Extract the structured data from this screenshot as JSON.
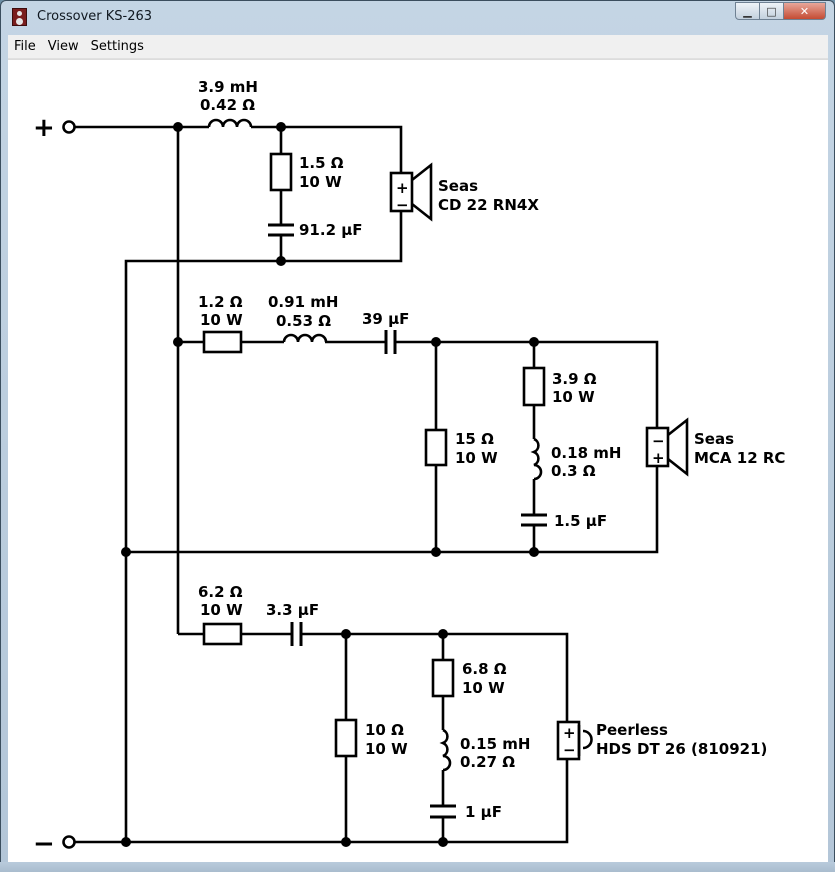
{
  "window": {
    "title": "Crossover KS-263"
  },
  "menu": [
    "File",
    "View",
    "Settings"
  ],
  "terminals": {
    "positive": "+",
    "negative": "−"
  },
  "tweeter_section": {
    "series_inductor": [
      "3.9 mH",
      "0.42 Ω"
    ],
    "shunt_resistor": [
      "1.5 Ω",
      "10 W"
    ],
    "shunt_capacitor": "91.2 µF",
    "driver": {
      "polarity_top": "+",
      "polarity_bottom": "−",
      "brand": "Seas",
      "model": "CD 22 RN4X"
    }
  },
  "mid_section": {
    "series_resistor": [
      "1.2 Ω",
      "10 W"
    ],
    "series_inductor": [
      "0.91 mH",
      "0.53 Ω"
    ],
    "series_capacitor": "39 µF",
    "shunt_resistor": [
      "15 Ω",
      "10 W"
    ],
    "notch_resistor": [
      "3.9 Ω",
      "10 W"
    ],
    "notch_inductor": [
      "0.18 mH",
      "0.3 Ω"
    ],
    "notch_capacitor": "1.5 µF",
    "driver": {
      "polarity_top": "−",
      "polarity_bottom": "+",
      "brand": "Seas",
      "model": "MCA 12 RC"
    }
  },
  "tweeter2_section": {
    "series_resistor": [
      "6.2 Ω",
      "10 W"
    ],
    "series_capacitor": "3.3 µF",
    "shunt_resistor": [
      "10 Ω",
      "10 W"
    ],
    "notch_resistor": [
      "6.8 Ω",
      "10 W"
    ],
    "notch_inductor": [
      "0.15 mH",
      "0.27 Ω"
    ],
    "notch_capacitor": "1 µF",
    "driver": {
      "polarity_top": "+",
      "polarity_bottom": "−",
      "brand": "Peerless",
      "model": "HDS DT 26 (810921)"
    }
  }
}
